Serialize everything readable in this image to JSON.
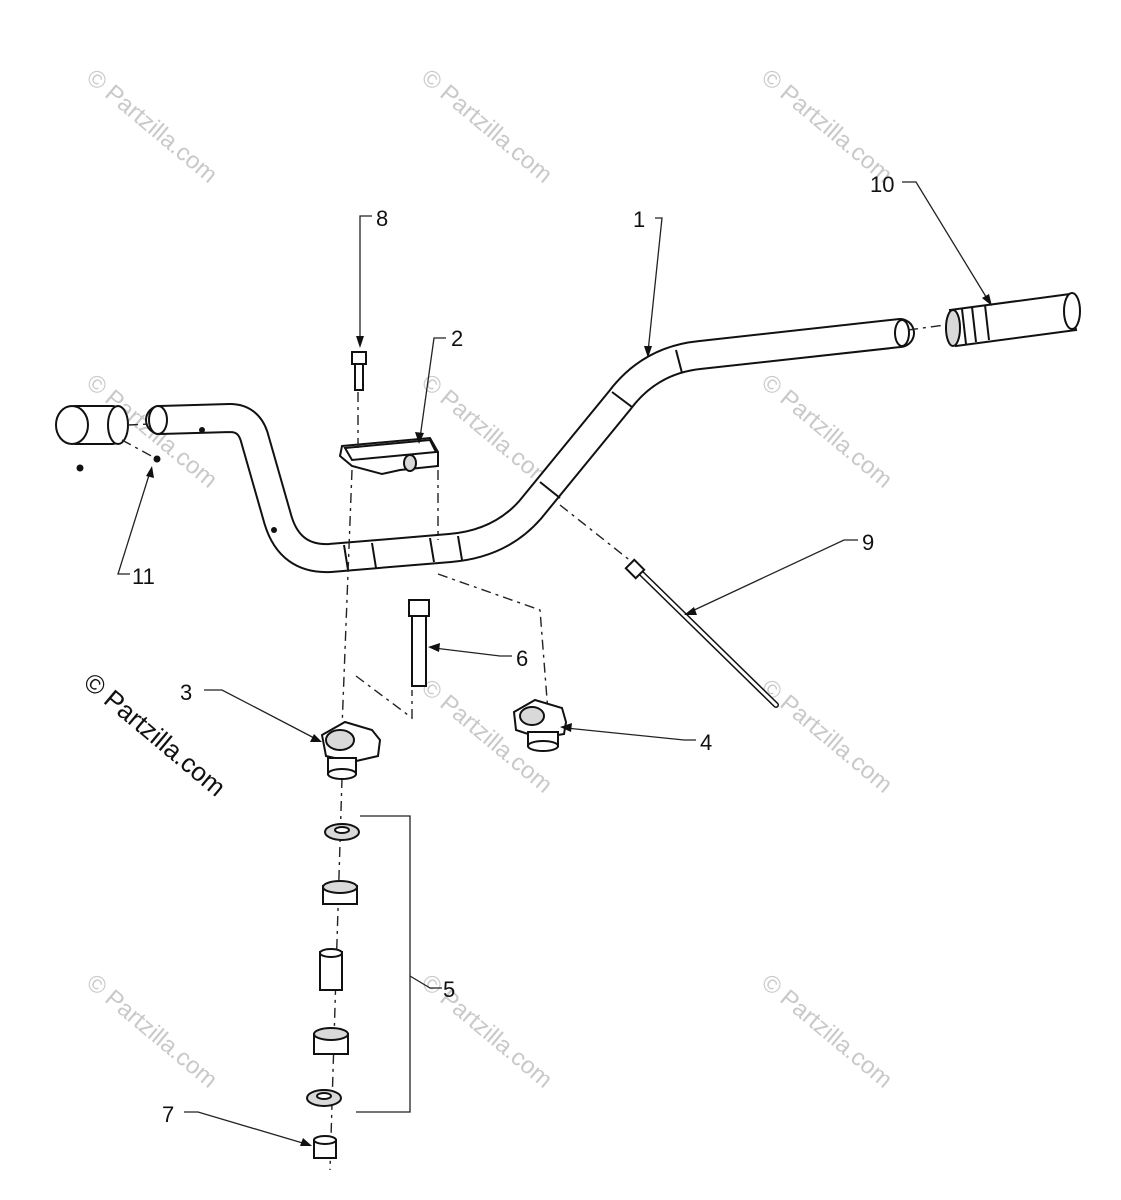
{
  "watermark": {
    "text": "© Partzilla.com",
    "corner_text": "© Partzilla.com"
  },
  "callouts": [
    {
      "id": "1",
      "part": "handlebar"
    },
    {
      "id": "2",
      "part": "upper-clamp"
    },
    {
      "id": "3",
      "part": "lower-clamp-left"
    },
    {
      "id": "4",
      "part": "lower-clamp-right"
    },
    {
      "id": "5",
      "part": "bushing-kit"
    },
    {
      "id": "6",
      "part": "clamp-bolt"
    },
    {
      "id": "7",
      "part": "nut"
    },
    {
      "id": "8",
      "part": "upper-clamp-screw"
    },
    {
      "id": "9",
      "part": "throttle-cable"
    },
    {
      "id": "10",
      "part": "grip-right"
    },
    {
      "id": "11",
      "part": "grip-left-screw"
    }
  ],
  "colors": {
    "ink": "#111111",
    "watermark": "#c9c9c9",
    "background": "#ffffff"
  }
}
